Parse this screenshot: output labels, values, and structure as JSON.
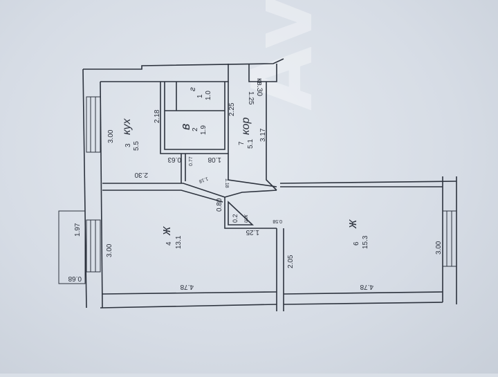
{
  "apartment_label": "кв.30",
  "watermark": "Avito",
  "rooms": [
    {
      "number": "1",
      "name": "г",
      "area": "1.0"
    },
    {
      "number": "2",
      "name": "в",
      "area": "1.9"
    },
    {
      "number": "3",
      "name": "кух",
      "area": "5.5"
    },
    {
      "number": "4",
      "name": "ж",
      "area": "13.1"
    },
    {
      "number": "5",
      "name": "шк",
      "area": "0.2"
    },
    {
      "number": "6",
      "name": "ж",
      "area": "15.3"
    },
    {
      "number": "7",
      "name": "кор",
      "area": "5.1"
    }
  ],
  "dimensions": {
    "kitchen_width": "3.00",
    "kitchen_depth": "2.30",
    "kitchen_side": "2.18",
    "bath_length": "2.25",
    "corridor_end": "1.25",
    "corridor_length": "3.17",
    "corridor_width": "1.08",
    "niche_a": "0.63",
    "niche_b": "0.77",
    "diag_a": "1.18",
    "diag_b": "1.18",
    "closet_side": "0.80",
    "closet_back": "1.25",
    "closet_small": "0.58",
    "room4_width": "3.00",
    "room4_length": "4.78",
    "room6_side": "2.05",
    "room6_length": "4.78",
    "room6_width": "3.00",
    "balcony_length": "1.97",
    "balcony_depth": "0.68"
  }
}
